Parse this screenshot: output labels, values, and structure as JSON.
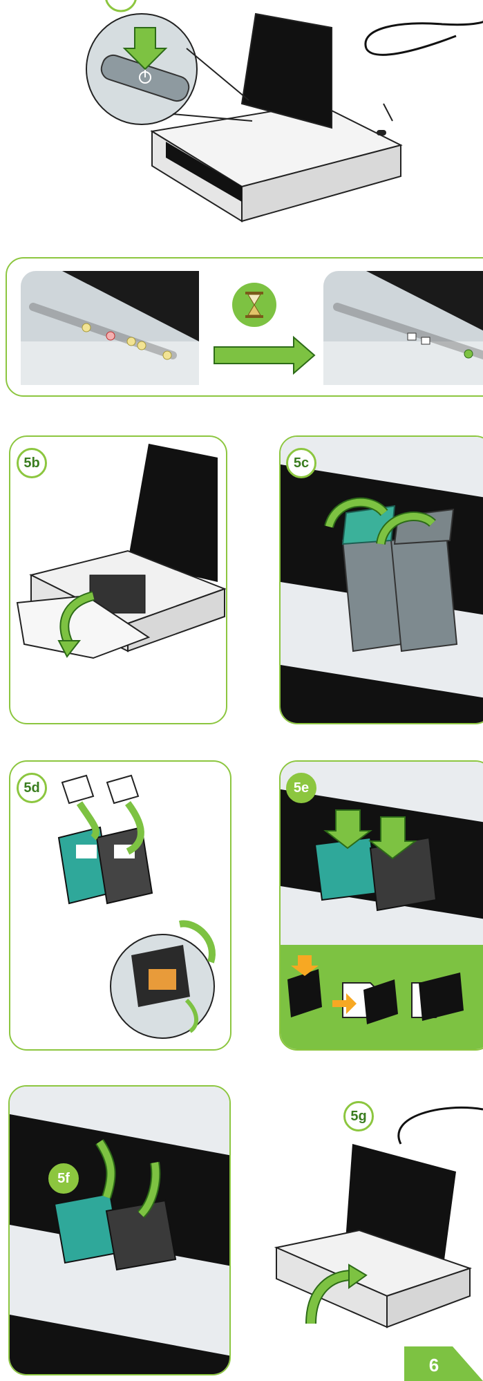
{
  "steps": {
    "s5b": "5b",
    "s5c": "5c",
    "s5d": "5d",
    "s5e": "5e",
    "s5f": "5f",
    "s5g": "5g"
  },
  "next_page": "6",
  "colors": {
    "brand_green": "#8cc63f",
    "dark_green": "#3a7d1f",
    "arrow_orange": "#f7a823"
  },
  "icons": [
    "power-icon",
    "hourglass-icon",
    "arrow-right-icon"
  ]
}
